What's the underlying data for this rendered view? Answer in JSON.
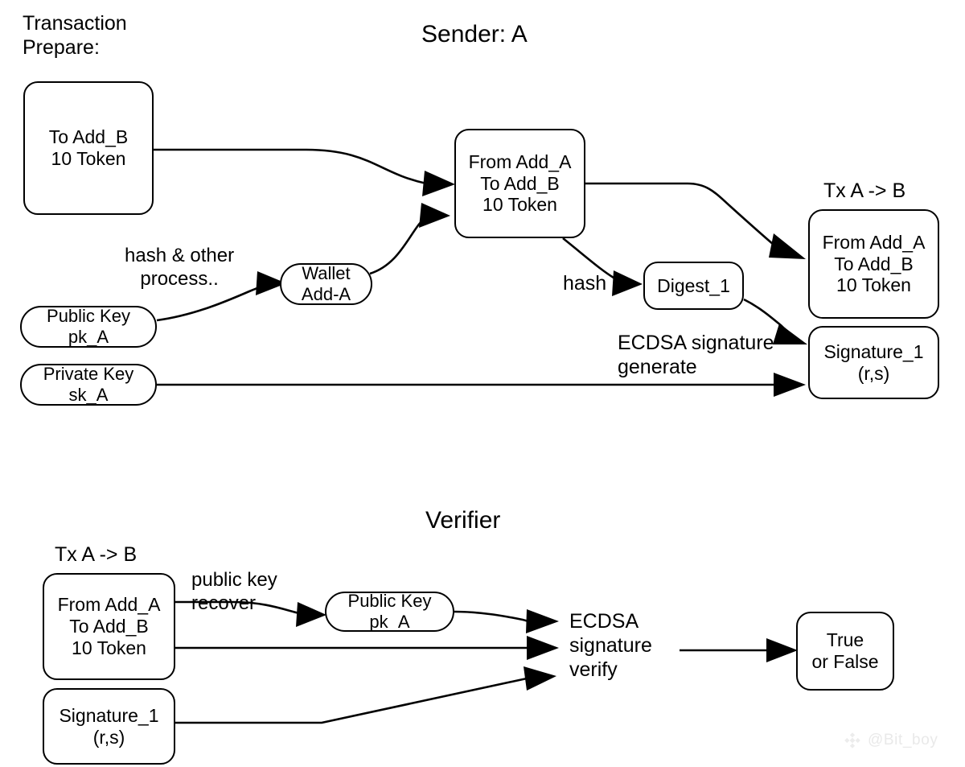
{
  "diagram": {
    "title": "ECDSA transaction signing and verification",
    "background_color": "#ffffff",
    "line_color": "#000000",
    "sections": {
      "sender_title": "Sender: A",
      "verifier_title": "Verifier"
    }
  },
  "captions": {
    "transaction_prepare": "Transaction\nPrepare:",
    "hash_other_process": "hash & other\nprocess..",
    "hash": "hash",
    "ecdsa_signature_generate": "ECDSA signature\ngenerate",
    "tx_a_to_b_sender": "Tx A -> B",
    "tx_a_to_b_verifier": "Tx A -> B",
    "public_key_recover": "public key\nrecover",
    "ecdsa_signature_verify": "ECDSA\nsignature\nverify"
  },
  "nodes": {
    "to_add_b": {
      "lines": [
        "To Add_B",
        "10 Token"
      ]
    },
    "public_key_a": {
      "lines": [
        "Public Key",
        "pk_A"
      ]
    },
    "private_key_a": {
      "lines": [
        "Private Key",
        "sk_A"
      ]
    },
    "wallet_add_a": {
      "lines": [
        "Wallet",
        "Add-A"
      ]
    },
    "tx_draft": {
      "lines": [
        "From Add_A",
        "To Add_B",
        "10 Token"
      ]
    },
    "digest_1": {
      "lines": [
        "Digest_1"
      ]
    },
    "tx_final": {
      "lines": [
        "From Add_A",
        "To Add_B",
        "10 Token"
      ]
    },
    "signature_1": {
      "lines": [
        "Signature_1",
        "(r,s)"
      ]
    },
    "verifier_tx": {
      "lines": [
        "From Add_A",
        "To Add_B",
        "10 Token"
      ]
    },
    "verifier_signature": {
      "lines": [
        "Signature_1",
        "(r,s)"
      ]
    },
    "verifier_public_key": {
      "lines": [
        "Public Key",
        "pk_A"
      ]
    },
    "result": {
      "lines": [
        "True",
        "or False"
      ]
    }
  },
  "watermark": {
    "handle": "@Bit_boy",
    "icon": "binance-diamond-icon",
    "color": "#e9e9e9"
  },
  "chart_data": {
    "type": "diagram",
    "title": "ECDSA transaction signing and verification flow",
    "nodes": [
      {
        "id": "to_add_b",
        "label": "To Add_B / 10 Token",
        "shape": "rounded-rect",
        "group": "sender"
      },
      {
        "id": "public_key_a",
        "label": "Public Key pk_A",
        "shape": "pill",
        "group": "sender"
      },
      {
        "id": "private_key_a",
        "label": "Private Key sk_A",
        "shape": "pill",
        "group": "sender"
      },
      {
        "id": "wallet_add_a",
        "label": "Wallet Add-A",
        "shape": "pill",
        "group": "sender"
      },
      {
        "id": "tx_draft",
        "label": "From Add_A / To Add_B / 10 Token",
        "shape": "rounded-rect",
        "group": "sender"
      },
      {
        "id": "digest_1",
        "label": "Digest_1",
        "shape": "rounded-rect",
        "group": "sender"
      },
      {
        "id": "tx_final",
        "label": "From Add_A / To Add_B / 10 Token",
        "shape": "rounded-rect",
        "group": "sender"
      },
      {
        "id": "signature_1",
        "label": "Signature_1 (r,s)",
        "shape": "rounded-rect",
        "group": "sender"
      },
      {
        "id": "verifier_tx",
        "label": "From Add_A / To Add_B / 10 Token",
        "shape": "rounded-rect",
        "group": "verifier"
      },
      {
        "id": "verifier_signature",
        "label": "Signature_1 (r,s)",
        "shape": "rounded-rect",
        "group": "verifier"
      },
      {
        "id": "verifier_public_key",
        "label": "Public Key pk_A",
        "shape": "pill",
        "group": "verifier"
      },
      {
        "id": "result",
        "label": "True or False",
        "shape": "rounded-rect",
        "group": "verifier"
      }
    ],
    "edges": [
      {
        "from": "to_add_b",
        "to": "tx_draft",
        "label": ""
      },
      {
        "from": "public_key_a",
        "to": "wallet_add_a",
        "label": "hash & other process.."
      },
      {
        "from": "wallet_add_a",
        "to": "tx_draft",
        "label": ""
      },
      {
        "from": "tx_draft",
        "to": "tx_final",
        "label": ""
      },
      {
        "from": "tx_draft",
        "to": "digest_1",
        "label": "hash"
      },
      {
        "from": "digest_1",
        "to": "signature_1",
        "label": "ECDSA signature generate"
      },
      {
        "from": "private_key_a",
        "to": "signature_1",
        "label": ""
      },
      {
        "from": "verifier_tx",
        "to": "verifier_public_key",
        "label": "public key recover"
      },
      {
        "from": "verifier_public_key",
        "to": "ecdsa_verify",
        "label": ""
      },
      {
        "from": "verifier_tx",
        "to": "ecdsa_verify",
        "label": ""
      },
      {
        "from": "verifier_signature",
        "to": "ecdsa_verify",
        "label": ""
      },
      {
        "from": "ecdsa_verify",
        "to": "result",
        "label": ""
      }
    ]
  }
}
